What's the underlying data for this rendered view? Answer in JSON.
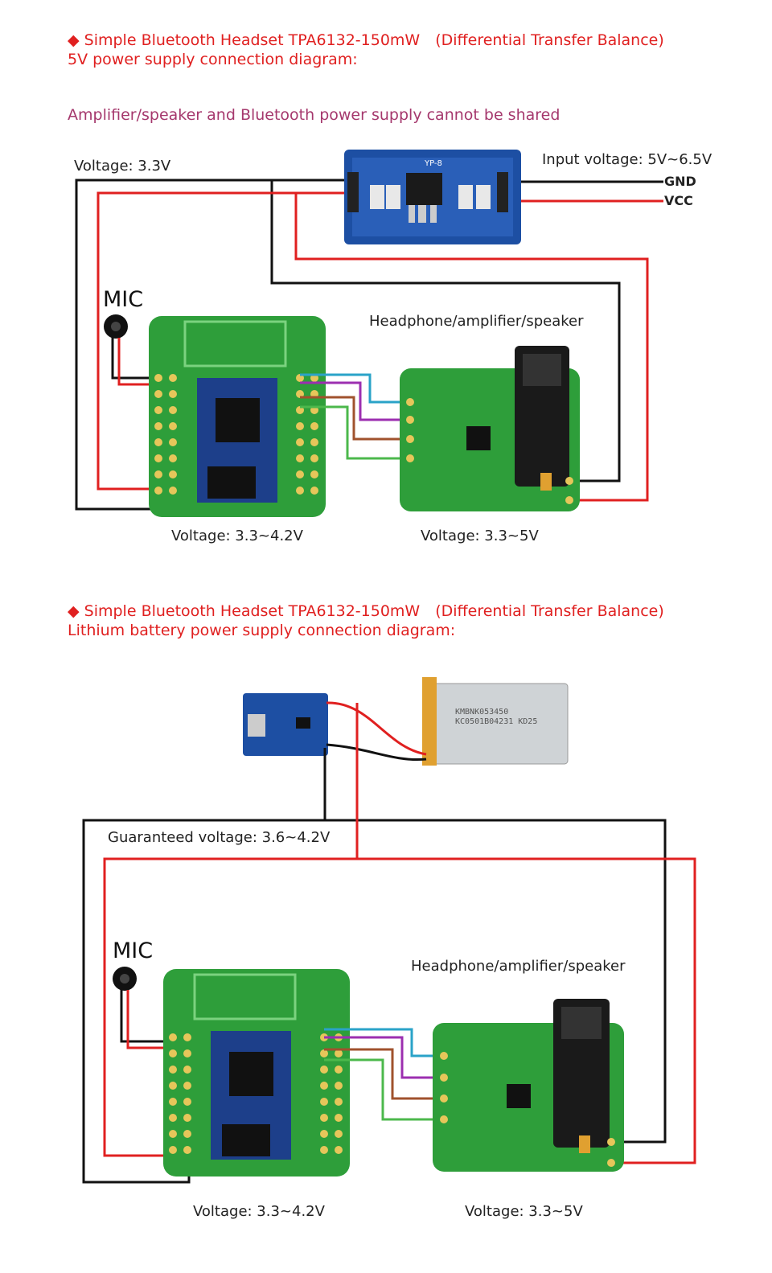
{
  "section1": {
    "title_line1": "◆  Simple Bluetooth Headset TPA6132-150mW　(Differential Transfer Balance)",
    "title_line2": "5V power supply connection diagram:",
    "note": "Amplifier/speaker and Bluetooth power supply cannot be shared",
    "bt_voltage_top": "Voltage: 3.3V",
    "input_voltage": "Input voltage: 5V~6.5V",
    "gnd_label": "GND",
    "vcc_label": "VCC",
    "mic_label": "MIC",
    "amp_label": "Headphone/amplifier/speaker",
    "bt_voltage": "Voltage: 3.3~4.2V",
    "amp_voltage": "Voltage: 3.3~5V",
    "regulator_marking": "YP-8"
  },
  "section2": {
    "title_line1": "◆  Simple Bluetooth Headset TPA6132-150mW　(Differential Transfer Balance)",
    "title_line2": "Lithium battery power supply connection diagram:",
    "guaranteed_voltage": "Guaranteed voltage: 3.6~4.2V",
    "mic_label": "MIC",
    "amp_label": "Headphone/amplifier/speaker",
    "bt_voltage": "Voltage: 3.3~4.2V",
    "amp_voltage": "Voltage: 3.3~5V",
    "battery_line1": "KMBNK053450",
    "battery_line2": "KC0501B04231 KD25"
  },
  "colors": {
    "title": "#e02020",
    "subtitle": "#a5386d",
    "wire_red": "#e02020",
    "wire_black": "#111111",
    "wire_cyan": "#2aa3c8",
    "wire_purple": "#9c2fb0",
    "wire_brown": "#a0522d",
    "wire_green": "#4cb84c",
    "pcb_green": "#2e9e3a",
    "module_blue": "#1d4fa3"
  }
}
